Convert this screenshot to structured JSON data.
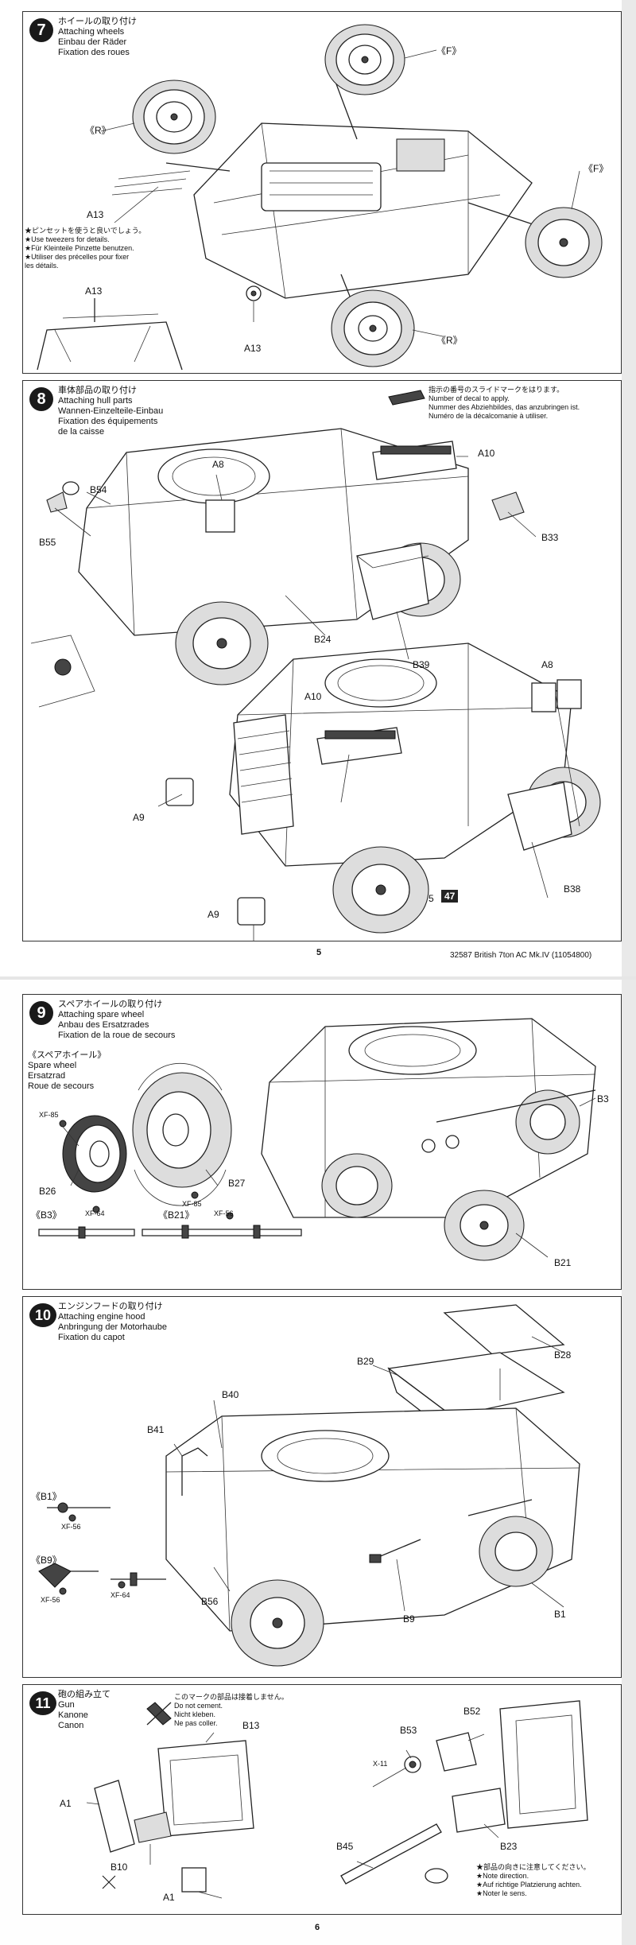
{
  "step7": {
    "num": "7",
    "title_jp": "ホイールの取り付け",
    "title_en": "Attaching wheels",
    "title_de": "Einbau der Räder",
    "title_fr": "Fixation des roues",
    "label_r_top": "《R》",
    "label_f_top": "《F》",
    "label_f_right": "《F》",
    "label_r_bottom": "《R》",
    "label_a13_1": "A13",
    "label_a13_2": "A13",
    "label_a13_3": "A13",
    "note_jp": "★ピンセットを使うと良いでしょう。",
    "note_en": "★Use tweezers for details.",
    "note_de": "★Für Kleinteile Pinzette benutzen.",
    "note_fr1": "★Utiliser des précelles pour fixer",
    "note_fr2": "les détails."
  },
  "step8": {
    "num": "8",
    "title_jp": "車体部品の取り付け",
    "title_en": "Attaching hull parts",
    "title_de": "Wannen-Einzelteile-Einbau",
    "title_fr1": "Fixation des équipements",
    "title_fr2": "de la caisse",
    "decal_jp": "指示の番号のスライドマークをはります。",
    "decal_en": "Number of decal to apply.",
    "decal_de": "Nummer des Abziehbildes, das anzubringen ist.",
    "decal_fr": "Numéro de la décalcomanie à utiliser.",
    "labels": {
      "a8_1": "A8",
      "a10_1": "A10",
      "b54": "B54",
      "b55": "B55",
      "b33": "B33",
      "b24": "B24",
      "b39": "B39",
      "a10_2": "A10",
      "a8_2": "A8",
      "a9_1": "A9",
      "a9_2": "A9",
      "b38": "B38",
      "decal_5": "5",
      "decal_47": "47"
    }
  },
  "footer1": {
    "page_num": "5",
    "kit_info": "32587 British 7ton AC Mk.IV (11054800)"
  },
  "step9": {
    "num": "9",
    "title_jp": "スペアホイールの取り付け",
    "title_en": "Attaching spare wheel",
    "title_de": "Anbau des Ersatzrades",
    "title_fr": "Fixation de la roue de secours",
    "spare_jp": "《スペアホイール》",
    "spare_en": "Spare wheel",
    "spare_de": "Ersatzrad",
    "spare_fr": "Roue de secours",
    "labels": {
      "xf85_1": "XF-85",
      "b26": "B26",
      "b27": "B27",
      "xf85_2": "XF-85",
      "b3": "B3",
      "b21": "B21",
      "b3_sub": "《B3》",
      "xf64": "XF-64",
      "b21_sub": "《B21》",
      "xf56": "XF-56"
    }
  },
  "step10": {
    "num": "10",
    "title_jp": "エンジンフードの取り付け",
    "title_en": "Attaching engine hood",
    "title_de": "Anbringung der Motorhaube",
    "title_fr": "Fixation du capot",
    "labels": {
      "b28": "B28",
      "b29": "B29",
      "b40": "B40",
      "b41": "B41",
      "b1_sub": "《B1》",
      "xf56_1": "XF-56",
      "b9_sub": "《B9》",
      "xf56_2": "XF-56",
      "xf64": "XF-64",
      "b56": "B56",
      "b9": "B9",
      "b1": "B1"
    }
  },
  "step11": {
    "num": "11",
    "title_jp": "砲の組み立て",
    "title_en": "Gun",
    "title_de": "Kanone",
    "title_fr": "Canon",
    "nocement_jp": "このマークの部品は接着しません。",
    "nocement_en": "Do not cement.",
    "nocement_de": "Nicht kleben.",
    "nocement_fr": "Ne pas coller.",
    "dir_jp": "★部品の向きに注意してください。",
    "dir_en": "★Note direction.",
    "dir_de": "★Auf richtige Platzierung achten.",
    "dir_fr": "★Noter le sens.",
    "labels": {
      "b13": "B13",
      "a1_1": "A1",
      "b10": "B10",
      "a1_2": "A1",
      "b52": "B52",
      "b53": "B53",
      "x11": "X-11",
      "b45": "B45",
      "b23": "B23"
    }
  },
  "footer2": {
    "page_num": "6"
  }
}
